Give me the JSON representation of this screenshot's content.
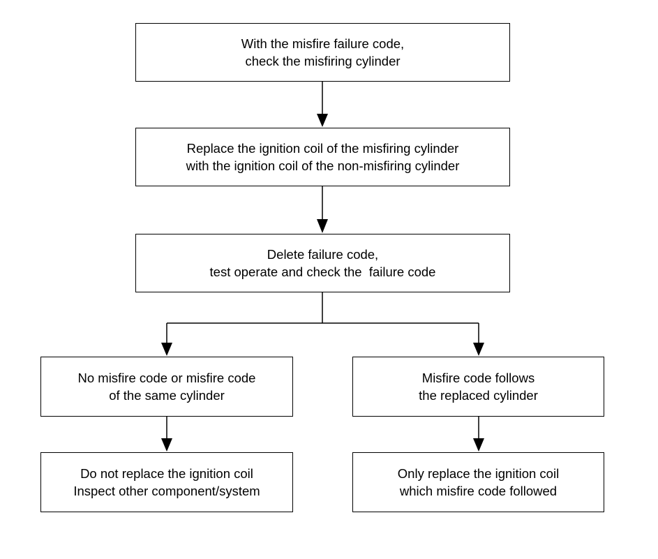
{
  "diagram": {
    "type": "flowchart",
    "nodes": [
      {
        "id": "step-1",
        "lines": [
          "With the misfire failure code,",
          "check the misfiring cylinder"
        ]
      },
      {
        "id": "step-2",
        "lines": [
          "Replace the ignition coil of the misfiring cylinder",
          "with the ignition coil of the non-misfiring cylinder"
        ]
      },
      {
        "id": "step-3",
        "lines": [
          "Delete failure code,",
          "test operate and check the  failure code"
        ]
      },
      {
        "id": "result-left",
        "lines": [
          "No misfire code or misfire code",
          "of the same cylinder"
        ]
      },
      {
        "id": "result-right",
        "lines": [
          "Misfire code follows",
          "the replaced cylinder"
        ]
      },
      {
        "id": "action-left",
        "lines": [
          "Do not replace the ignition coil",
          "Inspect other component/system"
        ]
      },
      {
        "id": "action-right",
        "lines": [
          "Only replace the ignition coil",
          "which misfire code followed"
        ]
      }
    ],
    "edges": [
      {
        "from": "step-1",
        "to": "step-2"
      },
      {
        "from": "step-2",
        "to": "step-3"
      },
      {
        "from": "step-3",
        "to": "result-left"
      },
      {
        "from": "step-3",
        "to": "result-right"
      },
      {
        "from": "result-left",
        "to": "action-left"
      },
      {
        "from": "result-right",
        "to": "action-right"
      }
    ],
    "colors": {
      "line": "#000000",
      "box_fill": "#ffffff",
      "text": "#000000"
    }
  }
}
